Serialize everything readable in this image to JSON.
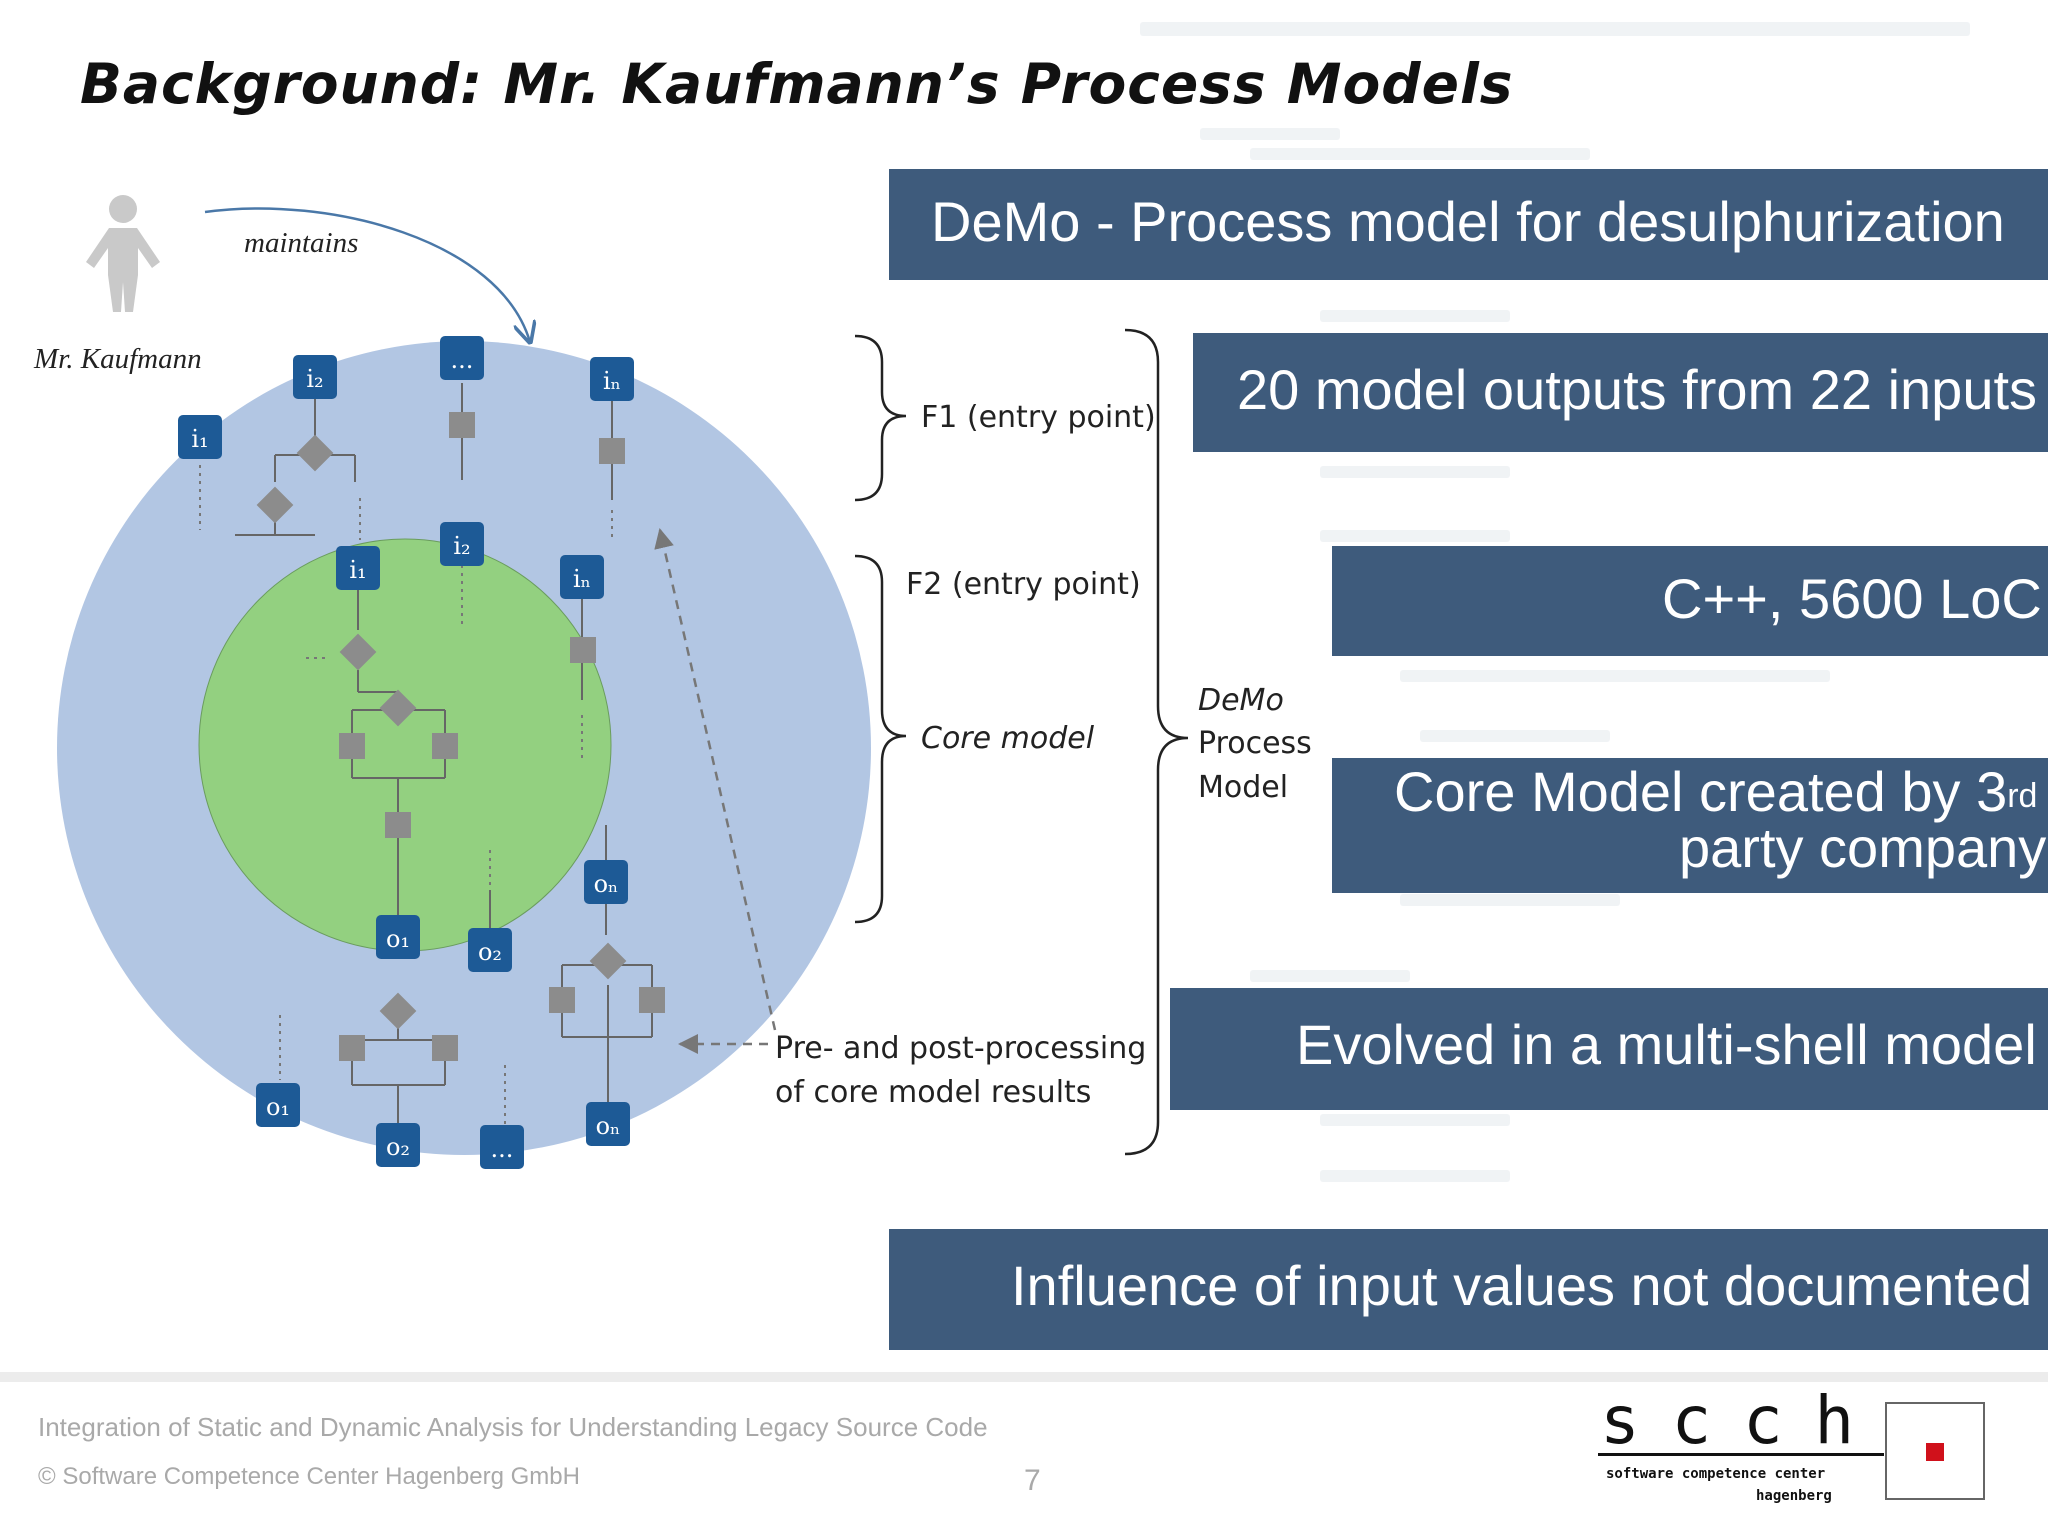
{
  "slide": {
    "title": "Background: Mr. Kaufmann’s Process Models",
    "page_number": "7"
  },
  "bullets": [
    {
      "text": "DeMo - Process model for desulphurization"
    },
    {
      "text": "20 model outputs from 22 inputs"
    },
    {
      "text": "C++, 5600 LoC"
    },
    {
      "text_before": "Core Model created by 3",
      "sup": "rd",
      "text_after": "party company"
    },
    {
      "text": "Evolved in a multi-shell model"
    },
    {
      "text": "Influence of input values not documented"
    }
  ],
  "diagram": {
    "person_label": "Mr. Kaufmann",
    "maintains_label": "maintains",
    "f1_label": "F1 (entry point)",
    "f2_label": "F2 (entry point)",
    "core_label": "Core model",
    "demo_line1": "DeMo",
    "demo_line2": "Process",
    "demo_line3": "Model",
    "prepost_line1": "Pre- and post-processing",
    "prepost_line2": "of core model results",
    "nodes": {
      "i1": "i₁",
      "i2": "i₂",
      "in": "iₙ",
      "dots": "...",
      "o1": "o₁",
      "o2": "o₂",
      "on": "oₙ"
    }
  },
  "footer": {
    "title": "Integration of Static and Dynamic Analysis for Understanding Legacy Source Code",
    "copyright": "© Software Competence Center Hagenberg GmbH",
    "logo_letters": "s c c h",
    "logo_sub1": "software competence center",
    "logo_sub2": "hagenberg"
  },
  "colors": {
    "bar": "#3e5b7c",
    "outer_shell": "#b2c6e3",
    "core": "#93d080",
    "node": "#1d5a96",
    "logo_red": "#d0111b"
  }
}
